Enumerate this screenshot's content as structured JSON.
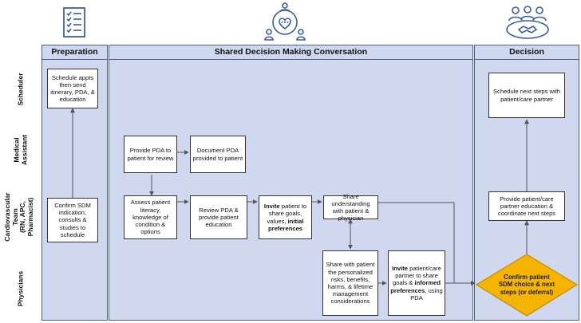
{
  "colors": {
    "phase_fill": "#cfd8ef",
    "phase_border": "#4a5f86",
    "icon": "#3b5ea0",
    "decision_fill": "#f4b400",
    "decision_border": "#c68a00",
    "arrow": "#555555"
  },
  "icons": {
    "preparation": "checklist-icon",
    "conversation": "shared-heart-icon",
    "decision": "handshake-team-icon"
  },
  "phases": {
    "preparation": "Preparation",
    "conversation": "Shared Decision Making Conversation",
    "decision": "Decision"
  },
  "lanes": {
    "scheduler": "Scheduler",
    "medical_assistant": "Medical\nAssistant",
    "cardiovascular_team": "Cardiovascular\nTeam\n(RN, APC,\nPharmacist)",
    "physicians": "Physicians"
  },
  "steps": {
    "schedule_appts": "Schedule appts then send itinerary, PDA, & education",
    "confirm_sdm": "Confirm SDM indication, consults & studies to schedule",
    "provide_pda": "Provide PDA to patient for review",
    "document_pda": "Document PDA provided to patient",
    "assess_literacy": "Assess patient literacy, knowledge of condition & options",
    "review_pda": "Review PDA & provide patient education",
    "invite_goals_1": "Invite",
    "invite_goals_2": " patient to share goals, values, ",
    "invite_goals_3": "initial preferences",
    "share_understanding": "Share understanding with patient & physician",
    "share_risks": "Share with patient the personalized risks, benefits, harms, & lifetime management considerations",
    "invite_partner_1": "Invite",
    "invite_partner_2": " patient/care partner to share goals & ",
    "invite_partner_3": "informed preferences",
    "invite_partner_4": ", using PDA",
    "schedule_next": "Schedule next steps with patient/care partner",
    "provide_education": "Provide patient/care partner education & coordinate next steps",
    "confirm_choice": "Confirm patient SDM choice & next steps (or deferral)"
  }
}
